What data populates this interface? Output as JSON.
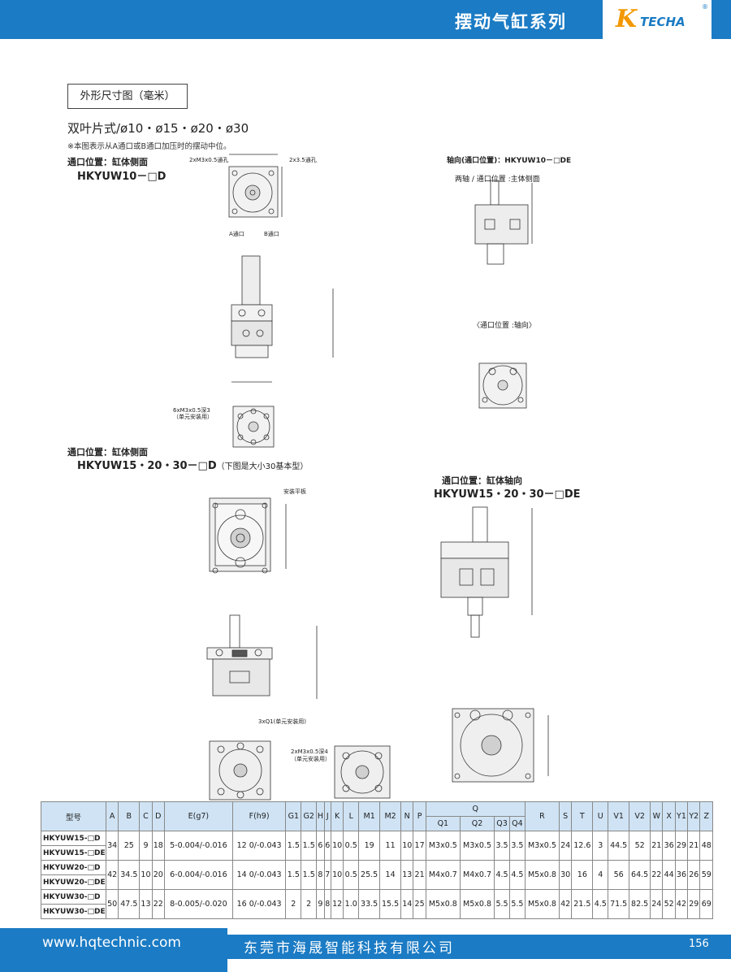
{
  "header": {
    "title": "摆动气缸系列",
    "logo_k": "K",
    "logo_text": "TECHA",
    "logo_r": "®"
  },
  "section_title": "外形尺寸图（毫米）",
  "heading": "双叶片式/ø10・ø15・ø20・ø30",
  "note": "※本图表示从A通口或B通口加压时的摆动中位。",
  "labels": {
    "port_pos_side_1": "通口位置：缸体侧面",
    "model_1": "HKYUW10－□D",
    "axial_1": "轴向(通口位置)：HKYUW10－□DE",
    "axial_1_sub": "两轴 / 通口位置 :主体侧面",
    "axial_1_sub2": "〈通口位置 :轴向〉",
    "port_pos_side_2": "通口位置：缸体侧面",
    "model_2": "HKYUW15・20・30－□D",
    "model_2_note": "（下图是大小30基本型）",
    "port_pos_axial_2": "通口位置：缸体轴向",
    "model_3": "HKYUW15・20・30－□DE",
    "a_port": "A通口",
    "b_port": "B通口",
    "m3": "2xM3x0.5通孔",
    "through": "2x3.5通孔",
    "six_m3": "6xM3x0.5深3",
    "six_m3_note": "（单元安装用）",
    "mount_plate": "安装平板",
    "two_m3_deep": "2xM3x0.5深4",
    "two_m3_deep_note": "（单元安装用）",
    "three_q1": "3xQ1(单元安装用)"
  },
  "table": {
    "headers": [
      "型号",
      "A",
      "B",
      "C",
      "D",
      "E(g7)",
      "F(h9)",
      "G1",
      "G2",
      "H",
      "J",
      "K",
      "L",
      "M1",
      "M2",
      "N",
      "P",
      "Q",
      "R",
      "S",
      "T",
      "U",
      "V1",
      "V2",
      "W",
      "X",
      "Y1",
      "Y2",
      "Z"
    ],
    "q_sub": [
      "Q1",
      "Q2",
      "Q3",
      "Q4"
    ],
    "rows": [
      {
        "models": [
          "HKYUW15-□D",
          "HKYUW15-□DE"
        ],
        "cells": [
          "34",
          "25",
          "9",
          "18",
          "5-0.004/-0.016",
          "12 0/-0.043",
          "1.5",
          "1.5",
          "6",
          "6",
          "10",
          "0.5",
          "19",
          "11",
          "10",
          "17",
          "M3x0.5",
          "M3x0.5",
          "3.5",
          "3.5",
          "M3x0.5",
          "24",
          "12.6",
          "3",
          "44.5",
          "52",
          "21",
          "36",
          "29",
          "21",
          "48"
        ]
      },
      {
        "models": [
          "HKYUW20-□D",
          "HKYUW20-□DE"
        ],
        "cells": [
          "42",
          "34.5",
          "10",
          "20",
          "6-0.004/-0.016",
          "14 0/-0.043",
          "1.5",
          "1.5",
          "8",
          "7",
          "10",
          "0.5",
          "25.5",
          "14",
          "13",
          "21",
          "M4x0.7",
          "M4x0.7",
          "4.5",
          "4.5",
          "M5x0.8",
          "30",
          "16",
          "4",
          "56",
          "64.5",
          "22",
          "44",
          "36",
          "26",
          "59"
        ]
      },
      {
        "models": [
          "HKYUW30-□D",
          "HKYUW30-□DE"
        ],
        "cells": [
          "50",
          "47.5",
          "13",
          "22",
          "8-0.005/-0.020",
          "16 0/-0.043",
          "2",
          "2",
          "9",
          "8",
          "12",
          "1.0",
          "33.5",
          "15.5",
          "14",
          "25",
          "M5x0.8",
          "M5x0.8",
          "5.5",
          "5.5",
          "M5x0.8",
          "42",
          "21.5",
          "4.5",
          "71.5",
          "82.5",
          "24",
          "52",
          "42",
          "29",
          "69"
        ]
      }
    ]
  },
  "footer": {
    "url": "www.hqtechnic.com",
    "company": "东莞市海晟智能科技有限公司",
    "page": "156"
  }
}
